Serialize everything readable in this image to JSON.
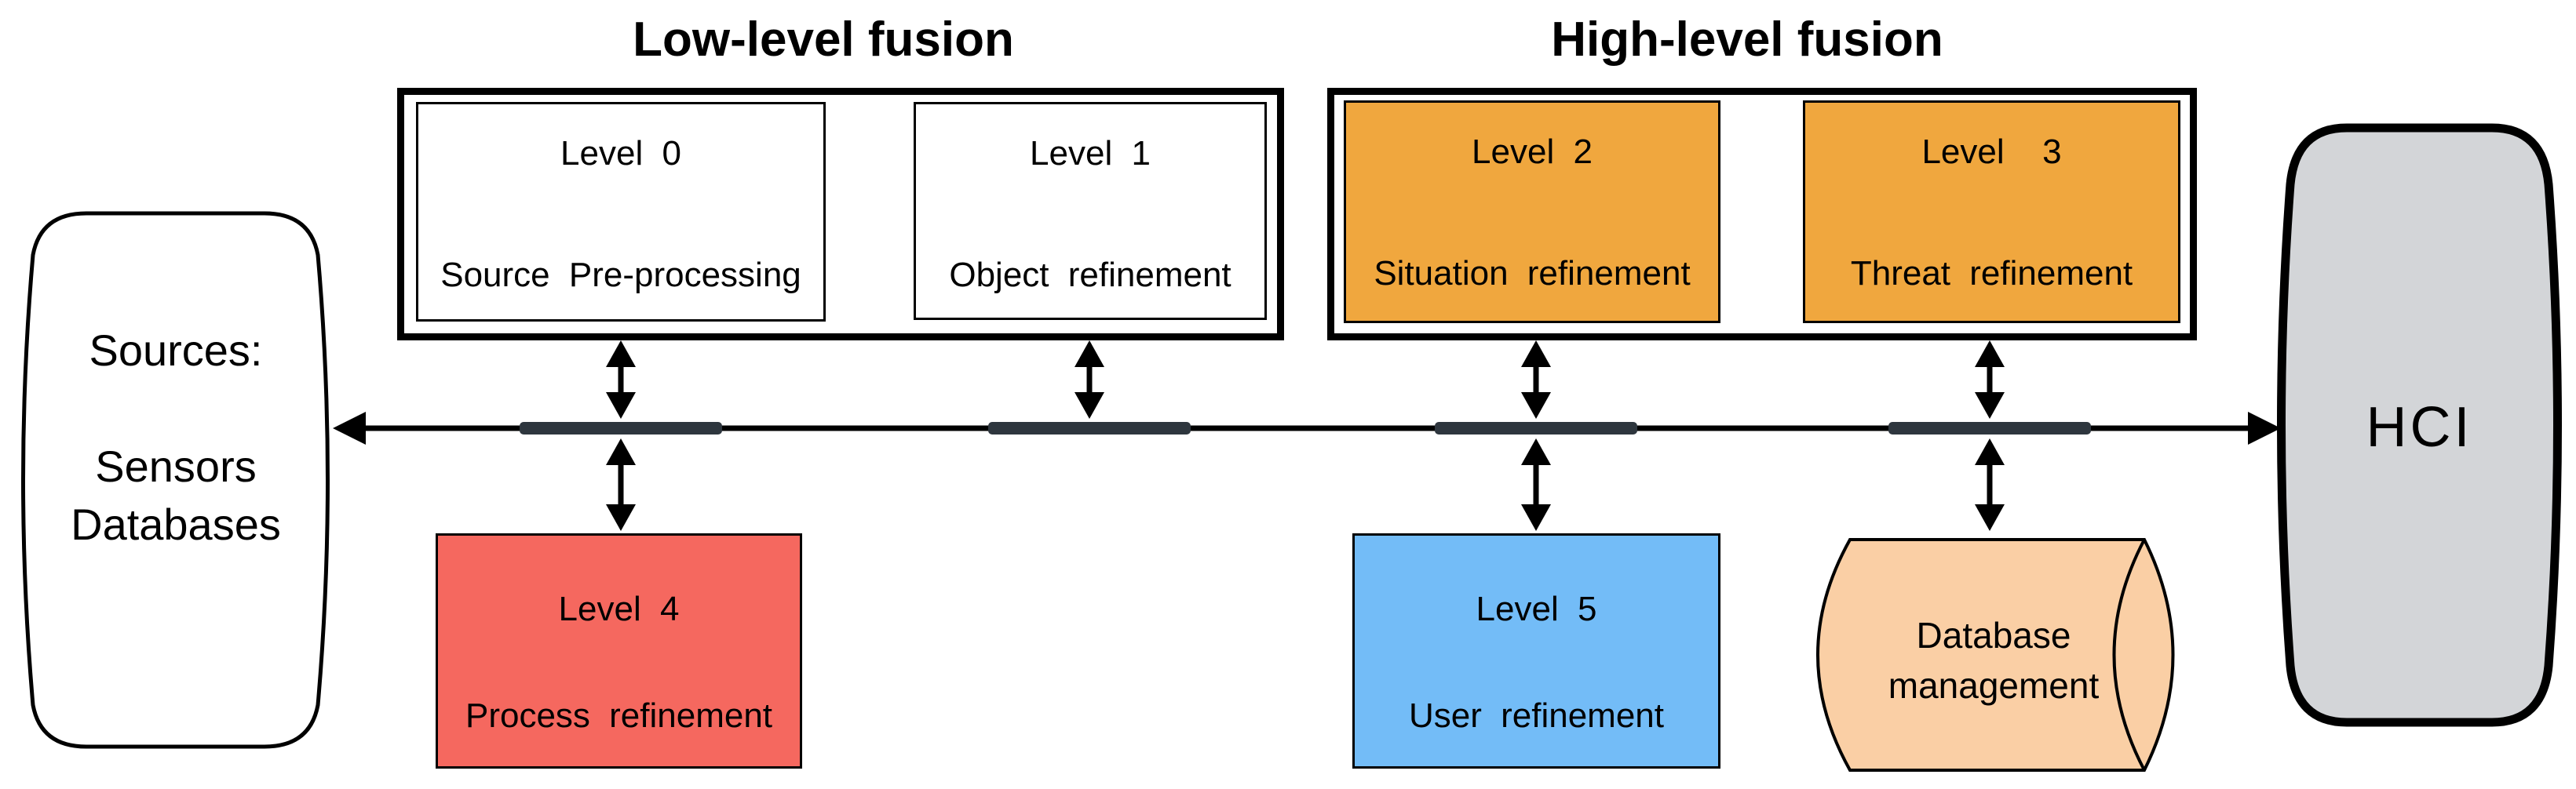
{
  "titles": {
    "low_level": "Low-level fusion",
    "high_level": "High-level fusion"
  },
  "sources": {
    "title": "Sources:",
    "items": [
      "Sensors",
      "Databases"
    ]
  },
  "low_level_boxes": {
    "level0": {
      "name": "Level 0",
      "function": "Source Pre-processing"
    },
    "level1": {
      "name": "Level 1",
      "function": "Object refinement"
    }
  },
  "high_level_boxes": {
    "level2": {
      "name": "Level 2",
      "function": "Situation refinement"
    },
    "level3": {
      "name": "Level  3",
      "function": "Threat refinement"
    }
  },
  "support_boxes": {
    "level4": {
      "name": "Level 4",
      "function": "Process refinement"
    },
    "level5": {
      "name": "Level 5",
      "function": "User refinement"
    },
    "database": {
      "line1": "Database",
      "line2": "management"
    }
  },
  "hci": {
    "label": "HCI"
  },
  "colors": {
    "background": "#FFFFFF",
    "box_border": "#000000",
    "level2_3_fill": "#F0A73E",
    "level4_fill": "#F5685F",
    "level5_fill": "#73BCF7",
    "database_fill": "#FACFA5",
    "hci_fill": "#D3D5D8",
    "sources_fill": "#FFFFFF",
    "bus_junction_fill": "#2E363E",
    "arrow_color": "#000000"
  }
}
